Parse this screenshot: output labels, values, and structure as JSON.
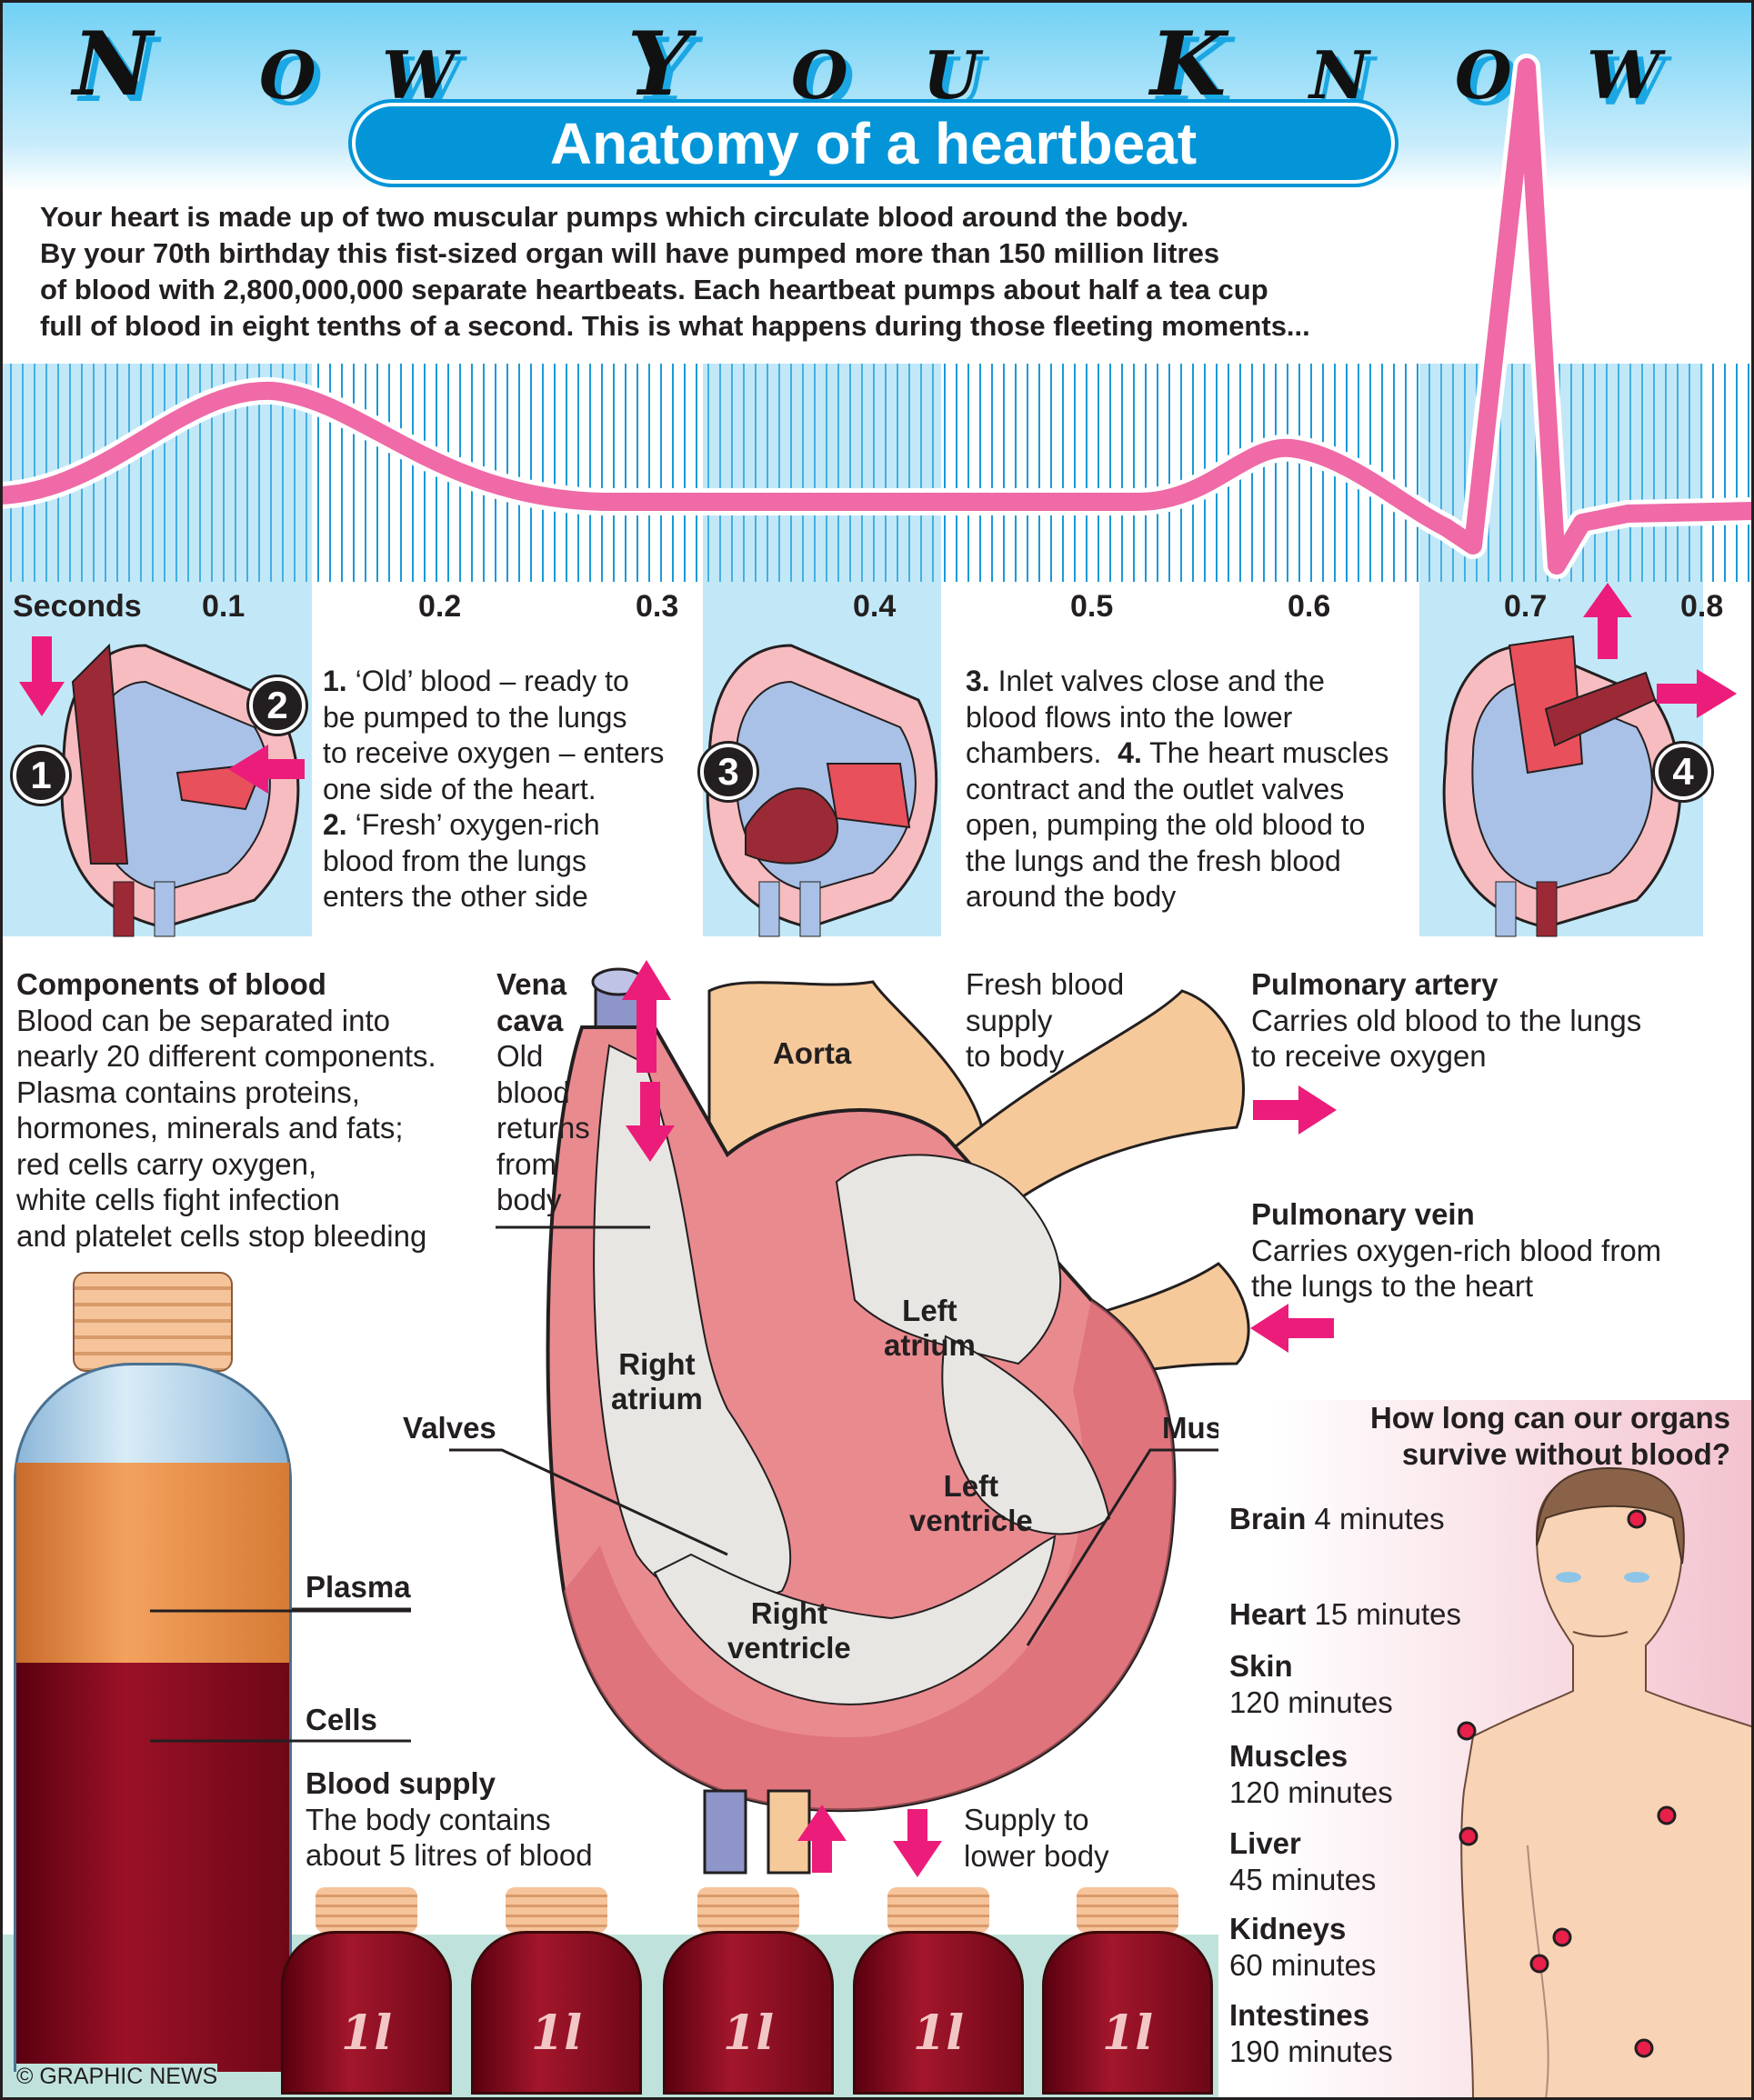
{
  "title_letters": [
    "N",
    "O",
    "W",
    "Y",
    "O",
    "U",
    "K",
    "N",
    "O",
    "W"
  ],
  "banner": "Anatomy of a heartbeat",
  "intro": [
    "Your heart is made up of two muscular pumps which circulate blood around the body.",
    "By your 70th birthday this fist-sized organ will have pumped more than 150 million litres",
    "of blood with 2,800,000,000 separate heartbeats. Each heartbeat pumps about half a tea cup",
    "full of blood in eight tenths of a second. This is what happens during those fleeting moments..."
  ],
  "timeline": {
    "label": "Seconds",
    "ticks": [
      "0.1",
      "0.2",
      "0.3",
      "0.4",
      "0.5",
      "0.6",
      "0.7",
      "0.8"
    ]
  },
  "markers": [
    "1",
    "2",
    "3",
    "4"
  ],
  "steps": {
    "s1_num": "1.",
    "s1": [
      "‘Old’ blood – ready to",
      "be pumped to the lungs",
      "to receive oxygen – enters",
      "one side of the heart."
    ],
    "s2_num": "2.",
    "s2": [
      "‘Fresh’ oxygen-rich",
      "blood from the lungs",
      "enters the other side"
    ],
    "s3_num": "3.",
    "s3_first": "Inlet valves close and the",
    "s3": [
      "blood flows into the lower"
    ],
    "s3_last": "chambers.",
    "s4_num": "4.",
    "s4_first": "The heart muscles",
    "s4": [
      "contract and the outlet valves",
      "open, pumping the old blood to",
      "the lungs and the fresh blood",
      "around the body"
    ]
  },
  "components": {
    "title": "Components of blood",
    "lines": [
      "Blood can be separated into",
      "nearly 20 different components.",
      "Plasma contains proteins,",
      "hormones, minerals and fats;",
      "red cells carry oxygen,",
      "white cells fight infection",
      "and platelet cells stop bleeding"
    ]
  },
  "vena_cava": {
    "title": [
      "Vena",
      "cava"
    ],
    "lines": [
      "Old",
      "blood",
      "returns",
      "from",
      "body"
    ]
  },
  "fresh_blood": [
    "Fresh blood",
    "supply",
    "to body"
  ],
  "pulmonary_artery": {
    "title": "Pulmonary artery",
    "lines": [
      "Carries old blood to the lungs",
      "to receive oxygen"
    ]
  },
  "pulmonary_vein": {
    "title": "Pulmonary vein",
    "lines": [
      "Carries oxygen-rich blood from",
      "the lungs to the heart"
    ]
  },
  "heart_labels": {
    "aorta": "Aorta",
    "left_atrium": [
      "Left",
      "atrium"
    ],
    "right_atrium": [
      "Right",
      "atrium"
    ],
    "left_ventricle": [
      "Left",
      "ventricle"
    ],
    "right_ventricle": [
      "Right",
      "ventricle"
    ],
    "valves": "Valves",
    "muscle": "Muscle"
  },
  "supply_lower": [
    "Supply to",
    "lower body"
  ],
  "bottle": {
    "plasma": "Plasma",
    "cells": "Cells",
    "supply_title": "Blood supply",
    "supply_lines": [
      "The body contains",
      "about 5 litres of blood"
    ],
    "small_label": "1l"
  },
  "organs": {
    "question": [
      "How long can our organs",
      "survive without blood?"
    ],
    "items": [
      {
        "name": "Brain",
        "time": "4 minutes"
      },
      {
        "name": "Heart",
        "time": "15 minutes"
      },
      {
        "name": "Skin",
        "time": "120 minutes"
      },
      {
        "name": "Muscles",
        "time": "120 minutes"
      },
      {
        "name": "Liver",
        "time": "45 minutes"
      },
      {
        "name": "Kidneys",
        "time": "60 minutes"
      },
      {
        "name": "Intestines",
        "time": "190 minutes"
      }
    ]
  },
  "credit": "© GRAPHIC NEWS",
  "colors": {
    "accent_pink": "#ec1c7a",
    "ecg_pink": "#ef6aa6",
    "blue": "#0395d8",
    "blood": "#8b0a1f",
    "plasma": "#e98a3c"
  }
}
